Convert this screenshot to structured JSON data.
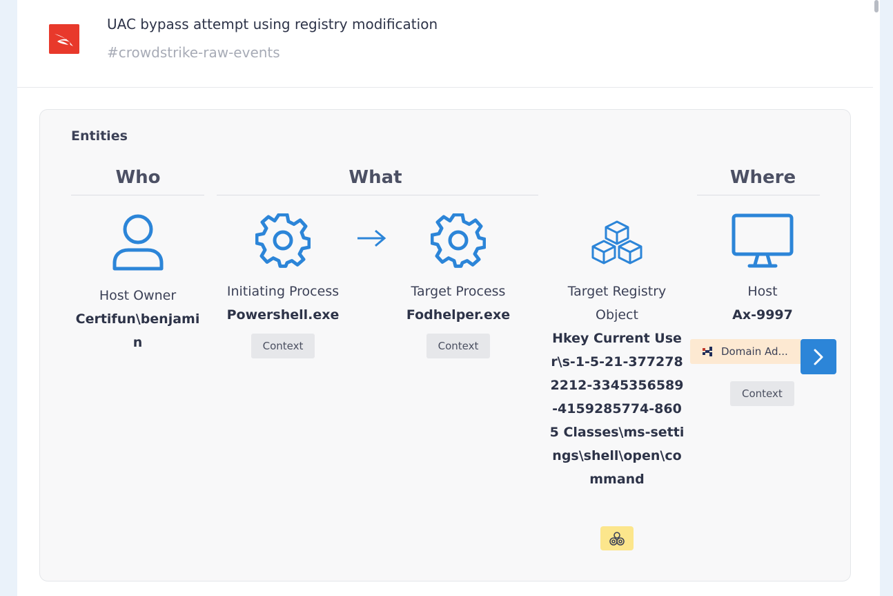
{
  "alert": {
    "title": "UAC bypass attempt using registry modification",
    "channel": "#crowdstrike-raw-events",
    "logo_icon": "crowdstrike-falcon-icon"
  },
  "entities": {
    "heading": "Entities",
    "groups": {
      "who": "Who",
      "what": "What",
      "where": "Where"
    },
    "host_owner": {
      "label": "Host Owner",
      "value": "Certifun\\benjamin",
      "icon": "user-icon"
    },
    "initiating_process": {
      "label": "Initiating Process",
      "value": "Powershell.exe",
      "context": "Context",
      "icon": "gear-icon"
    },
    "target_process": {
      "label": "Target Process",
      "value": "Fodhelper.exe",
      "context": "Context",
      "icon": "gear-icon"
    },
    "target_registry": {
      "label": "Target Registry Object",
      "value": "Hkey Current User\\s-1-5-21-3772782212-3345356589-4159285774-8605 Classes\\ms-settings\\shell\\open\\command",
      "icon": "cubes-icon",
      "badge_icon": "threat-intel-icon"
    },
    "host": {
      "label": "Host",
      "value": "Ax-9997",
      "tag": "Domain Ad...",
      "context": "Context",
      "icon": "monitor-icon"
    }
  },
  "colors": {
    "accent": "#2c85d8",
    "logo": "#e8392b",
    "tag_bg": "#fde9d2",
    "badge_bg": "#fce68c"
  }
}
